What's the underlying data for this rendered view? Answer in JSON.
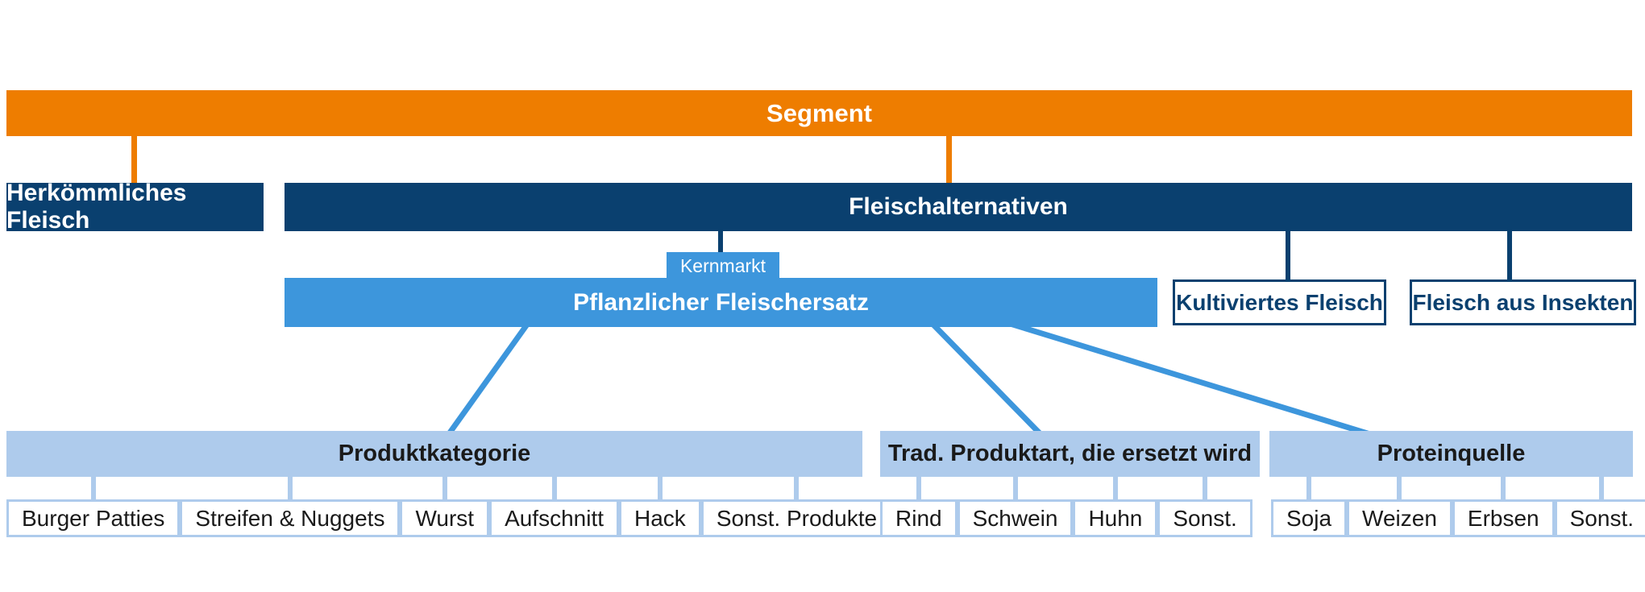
{
  "diagram": {
    "root": {
      "label": "Segment"
    },
    "level2": [
      {
        "label": "Herkömmliches Fleisch"
      },
      {
        "label": "Fleischalternativen"
      }
    ],
    "core_market": {
      "tag": "Kernmarkt",
      "label": "Pflanzlicher Fleischersatz"
    },
    "siblings": [
      {
        "label": "Kultiviertes Fleisch"
      },
      {
        "label": "Fleisch aus Insekten"
      }
    ],
    "categories": [
      {
        "label": "Produktkategorie",
        "items": [
          "Burger Patties",
          "Streifen & Nuggets",
          "Wurst",
          "Aufschnitt",
          "Hack",
          "Sonst. Produkte"
        ]
      },
      {
        "label": "Trad. Produktart, die ersetzt wird",
        "items": [
          "Rind",
          "Schwein",
          "Huhn",
          "Sonst."
        ]
      },
      {
        "label": "Proteinquelle",
        "items": [
          "Soja",
          "Weizen",
          "Erbsen",
          "Sonst."
        ]
      }
    ],
    "colors": {
      "orange": "#ee7d00",
      "navy": "#0a406f",
      "blue": "#3d96dc",
      "pale_blue": "#aecbec",
      "leaf_text": "#1a1a1a",
      "bar_text": "#ffffff"
    }
  }
}
